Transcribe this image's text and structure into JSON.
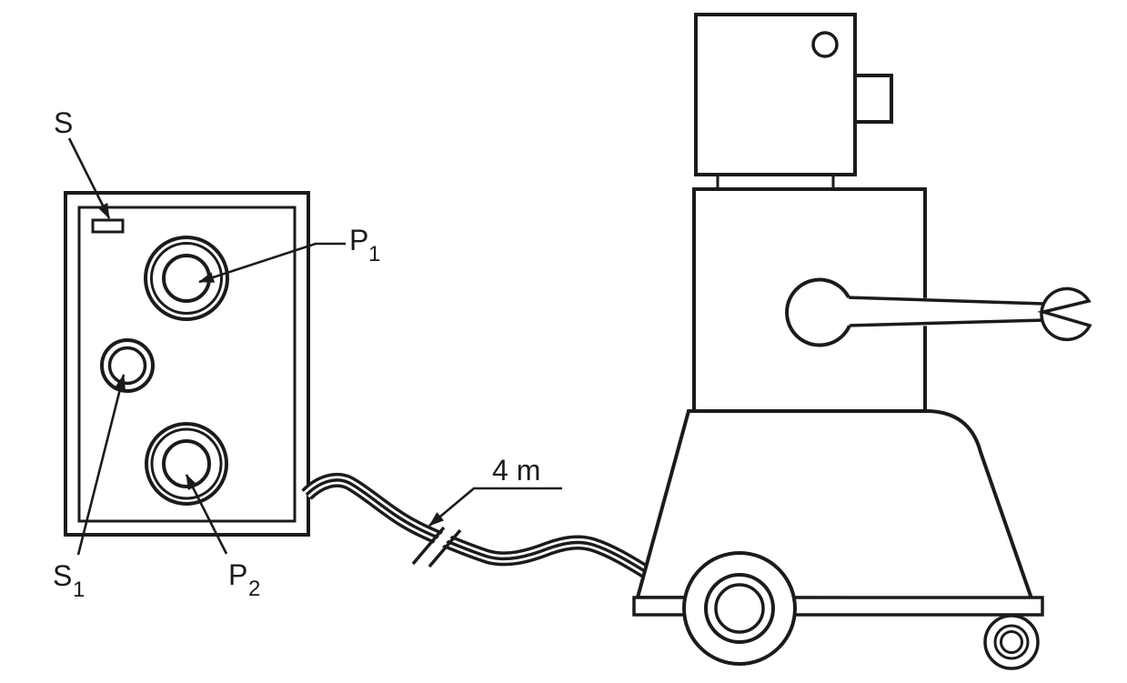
{
  "diagram": {
    "background_color": "#ffffff",
    "line_color": "#1b1b1b",
    "labels": {
      "s": "S",
      "p1_base": "P",
      "p1_sub": "1",
      "s1_base": "S",
      "s1_sub": "1",
      "p2_base": "P",
      "p2_sub": "2",
      "cable_length": "4 m"
    }
  }
}
